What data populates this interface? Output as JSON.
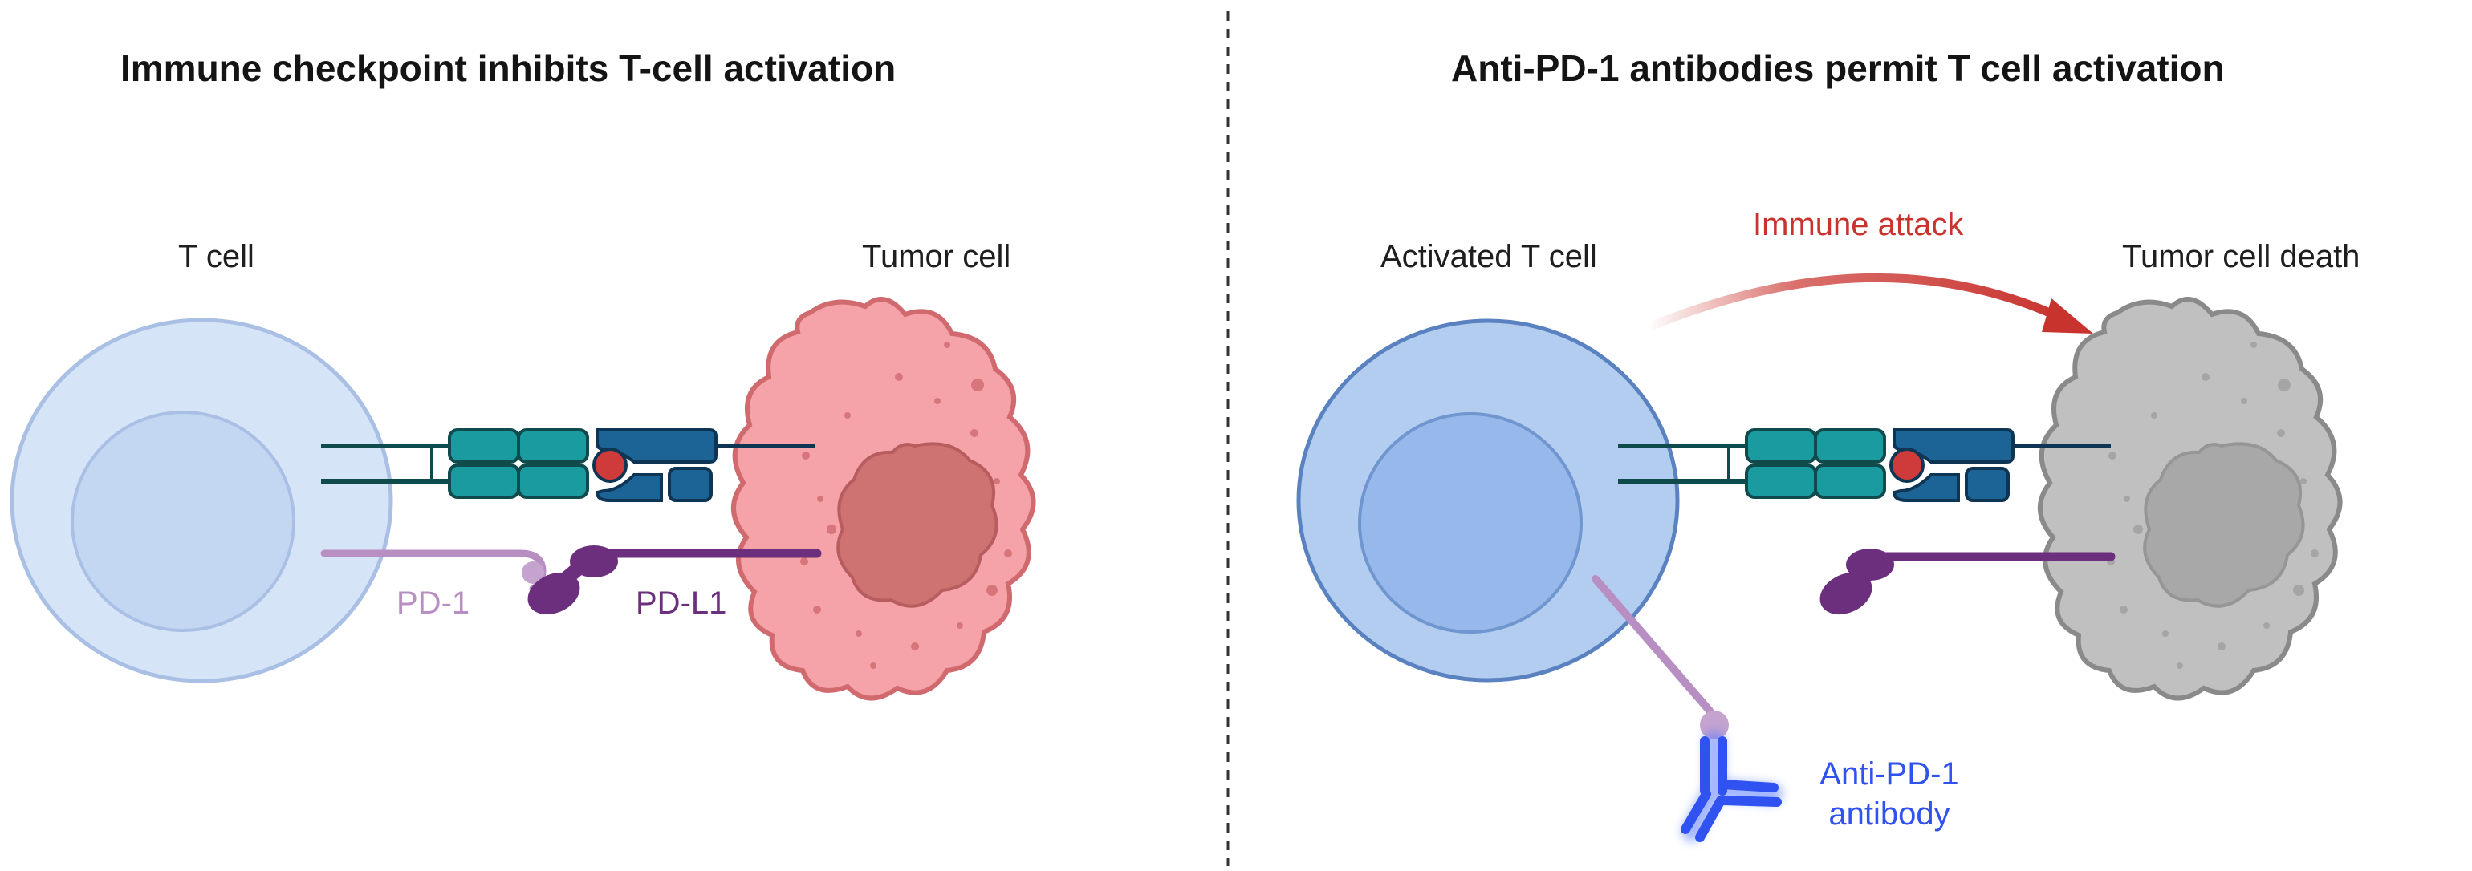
{
  "left_panel": {
    "title": "Immune checkpoint inhibits T-cell activation",
    "t_cell_label": "T cell",
    "tumor_label": "Tumor cell",
    "pd1_label": "PD-1",
    "pdl1_label": "PD-L1"
  },
  "right_panel": {
    "title": "Anti-PD-1 antibodies permit T cell activation",
    "t_cell_label": "Activated T cell",
    "tumor_label": "Tumor cell death",
    "attack_label": "Immune attack",
    "antibody_label_line1": "Anti-PD-1",
    "antibody_label_line2": "antibody"
  },
  "colors": {
    "t_cell_resting": "#d6e4f8",
    "t_cell_activated": "#b3cdf1",
    "tumor": "#f5a3a8",
    "tumor_dead": "#c0c0c0",
    "pd1": "#b88fc3",
    "pdl1": "#6b2f7d",
    "attack_arrow": "#c9332e",
    "antibody": "#2f52f0",
    "tcr_teal": "#1a9ba0",
    "mhc_blue": "#1c6496",
    "antigen_red": "#cf3a3a"
  }
}
